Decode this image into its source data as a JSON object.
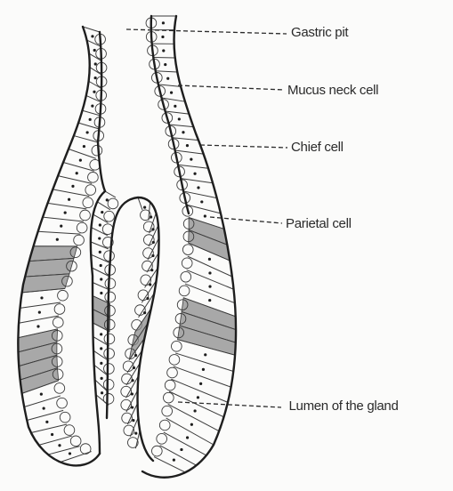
{
  "diagram": {
    "labels": {
      "gastric_pit": "Gastric pit",
      "mucus_neck_cell": "Mucus neck cell",
      "chief_cell": "Chief cell",
      "parietal_cell": "Parietal cell",
      "lumen_of_the_gland": "Lumen of the gland"
    },
    "colors": {
      "outline": "#1e1e1e",
      "cell_wall": "#3a3a3a",
      "parietal_fill": "#8c8c8c",
      "background": "#fbfbfa"
    }
  }
}
